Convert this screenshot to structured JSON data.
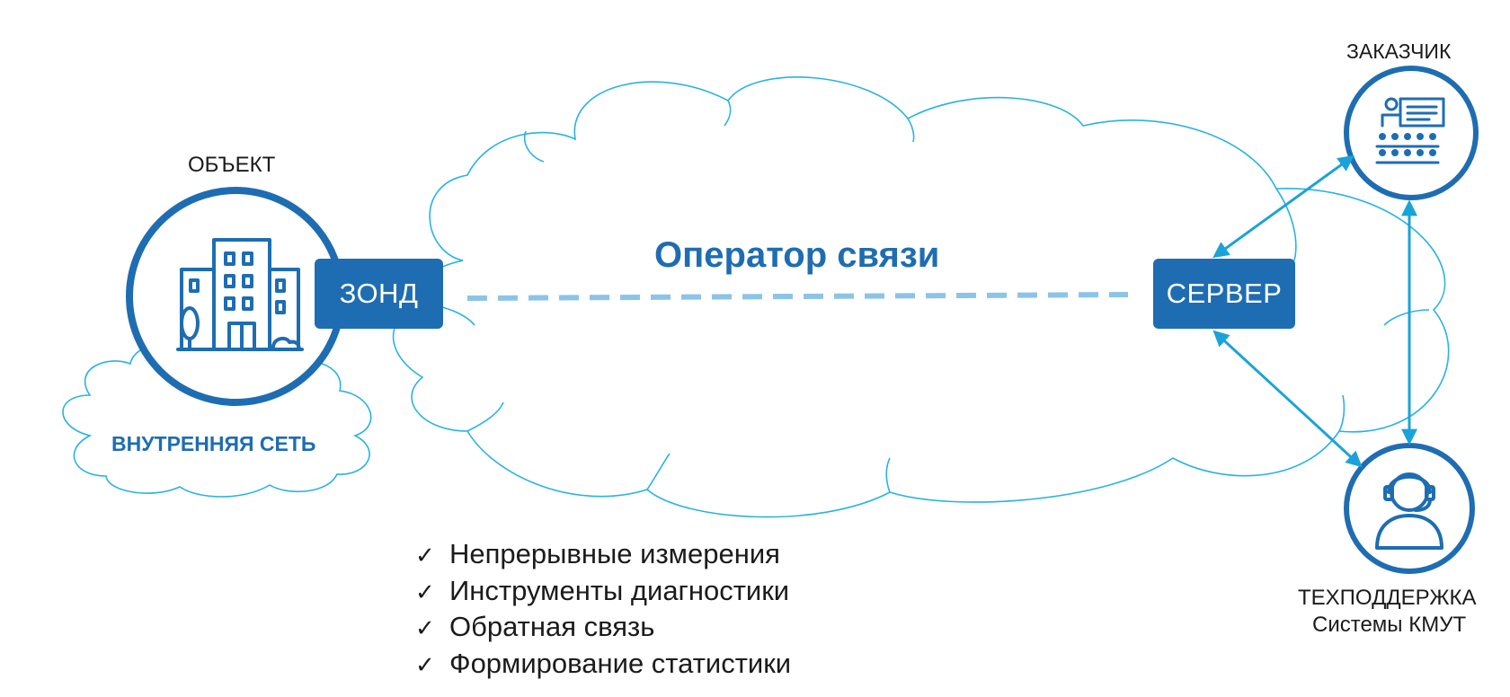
{
  "nodes": {
    "object": {
      "label": "ОБЪЕКТ",
      "icon": "building-icon"
    },
    "customer": {
      "label": "ЗАКАЗЧИК",
      "icon": "presentation-audience-icon"
    },
    "support": {
      "label": "ТЕХПОДДЕРЖКА",
      "sublabel": "Системы КМУТ",
      "icon": "operator-headset-icon"
    }
  },
  "clouds": {
    "operator": "Оператор связи",
    "internal": "ВНУТРЕННЯЯ СЕТЬ"
  },
  "boxes": {
    "probe": "ЗОНД",
    "server": "СЕРВЕР"
  },
  "features": [
    "Непрерывные измерения",
    "Инструменты диагностики",
    "Обратная связь",
    "Формирование статистики"
  ],
  "check_glyph": "✓",
  "colors": {
    "primary": "#1e6db2",
    "cloud_stroke": "#29b3e0",
    "link": "#1aa3d8",
    "dashed": "#8cc4e8",
    "text": "#1b1b1b"
  }
}
